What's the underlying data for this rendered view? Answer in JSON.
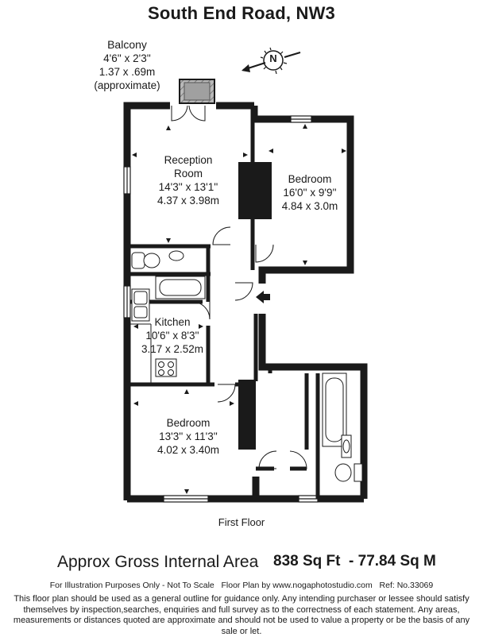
{
  "header": {
    "address": "South End Road, NW3"
  },
  "balcony": {
    "name": "Balcony",
    "imperial": "4'6'' x 2'3''",
    "metric": "1.37 x .69m",
    "note": "(approximate)"
  },
  "compass": {
    "letter": "N"
  },
  "rooms": [
    {
      "name_lines": [
        "Reception",
        "Room"
      ],
      "imperial": "14'3'' x 13'1''",
      "metric": "4.37 x 3.98m"
    },
    {
      "name_lines": [
        "Bedroom"
      ],
      "imperial": "16'0'' x 9'9''",
      "metric": "4.84 x 3.0m"
    },
    {
      "name_lines": [
        "Kitchen"
      ],
      "imperial": "10'6'' x 8'3''",
      "metric": "3.17 x 2.52m"
    },
    {
      "name_lines": [
        "Bedroom"
      ],
      "imperial": "13'3'' x 11'3''",
      "metric": "4.02 x 3.40m"
    }
  ],
  "floor_label": "First Floor",
  "area": {
    "label": "Approx Gross Internal Area",
    "value": "838 Sq Ft  - 77.84 Sq M"
  },
  "info_line": "For Illustration Purposes Only - Not To Scale   Floor Plan by www.nogaphotostudio.com   Ref: No.33069",
  "disclaimer": "This floor plan should be used as a general outline for guidance only. Any intending purchaser or lessee should satisfy themselves by inspection,searches, enquiries and full survey as to the correctness of each statement. Any areas, measurements or distances quoted are approximate and should not be used to value a property or be the basis of any sale or let.",
  "colors": {
    "wall": "#1a1a1a",
    "balcony_fill": "#a0a0a0",
    "compass_arrow": "#1a1a1a"
  }
}
